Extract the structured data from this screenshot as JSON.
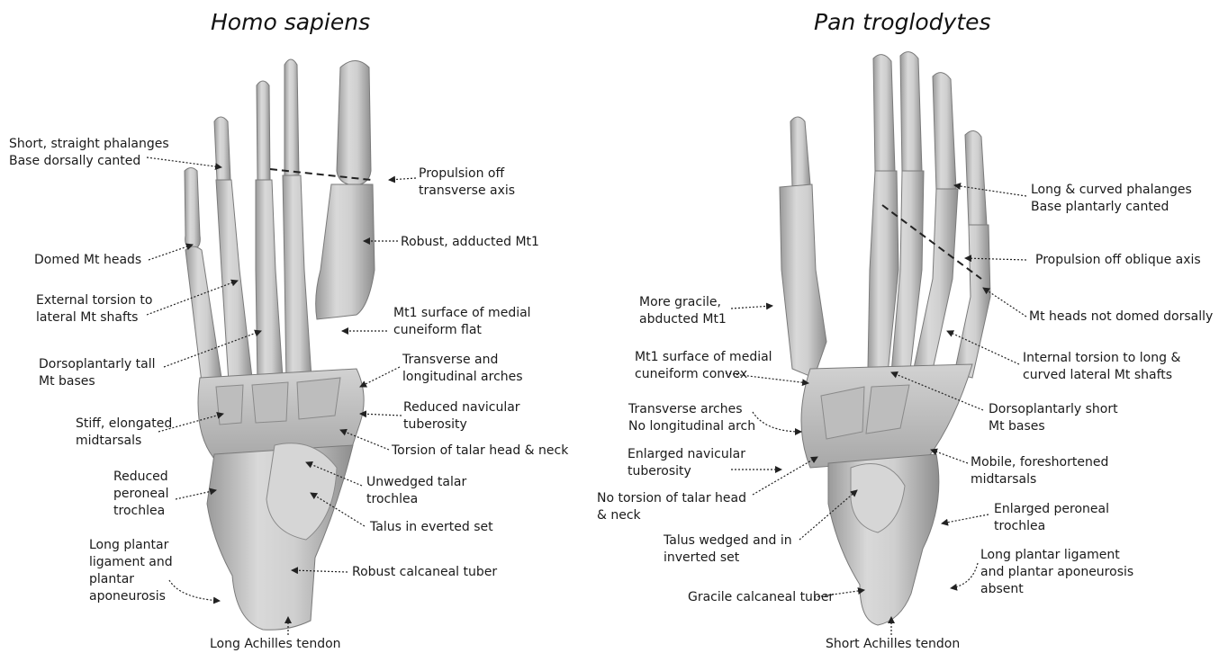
{
  "titles": {
    "human": "Homo sapiens",
    "chimp": "Pan troglodytes"
  },
  "human_labels": {
    "phalanges": "Short, straight phalanges\nBase dorsally canted",
    "propulsion": "Propulsion off\ntransverse axis",
    "domed_heads": "Domed Mt heads",
    "robust_mt1": "Robust, adducted Mt1",
    "external_torsion": "External torsion to\nlateral Mt shafts",
    "mt1_surface": "Mt1 surface of medial\ncuneiform flat",
    "tall_bases": "Dorsoplantarly tall\nMt bases",
    "arches": "Transverse and\nlongitudinal arches",
    "reduced_navicular": "Reduced navicular\ntuberosity",
    "stiff_midtarsals": "Stiff, elongated\nmidtarsals",
    "torsion_talar": "Torsion of talar head & neck",
    "reduced_peroneal": "Reduced\nperoneal\ntrochlea",
    "unwedged_trochlea": "Unwedged talar\ntrochlea",
    "talus_everted": "Talus in everted set",
    "long_plantar": "Long plantar\nligament and\nplantar\naponeurosis",
    "robust_calcaneal": "Robust calcaneal tuber",
    "long_achilles": "Long Achilles tendon"
  },
  "chimp_labels": {
    "curved_phalanges": "Long & curved phalanges\nBase plantarly canted",
    "propulsion_oblique": "Propulsion off oblique axis",
    "gracile_mt1": "More gracile,\nabducted Mt1",
    "heads_not_domed": "Mt heads not domed dorsally",
    "mt1_surface_convex": "Mt1 surface of medial\ncuneiform convex",
    "internal_torsion": "Internal torsion to long &\ncurved lateral Mt shafts",
    "transverse_arches": "Transverse arches\nNo longitudinal arch",
    "short_bases": "Dorsoplantarly short\nMt bases",
    "enlarged_navicular": "Enlarged navicular\ntuberosity",
    "mobile_midtarsals": "Mobile, foreshortened\nmidtarsals",
    "no_torsion": "No torsion of talar head\n& neck",
    "enlarged_peroneal": "Enlarged peroneal\ntrochlea",
    "talus_wedged": "Talus wedged and in\ninverted set",
    "plantar_absent": "Long plantar ligament\nand plantar aponeurosis\nabsent",
    "gracile_calcaneal": "Gracile calcaneal tuber",
    "short_achilles": "Short Achilles tendon"
  }
}
